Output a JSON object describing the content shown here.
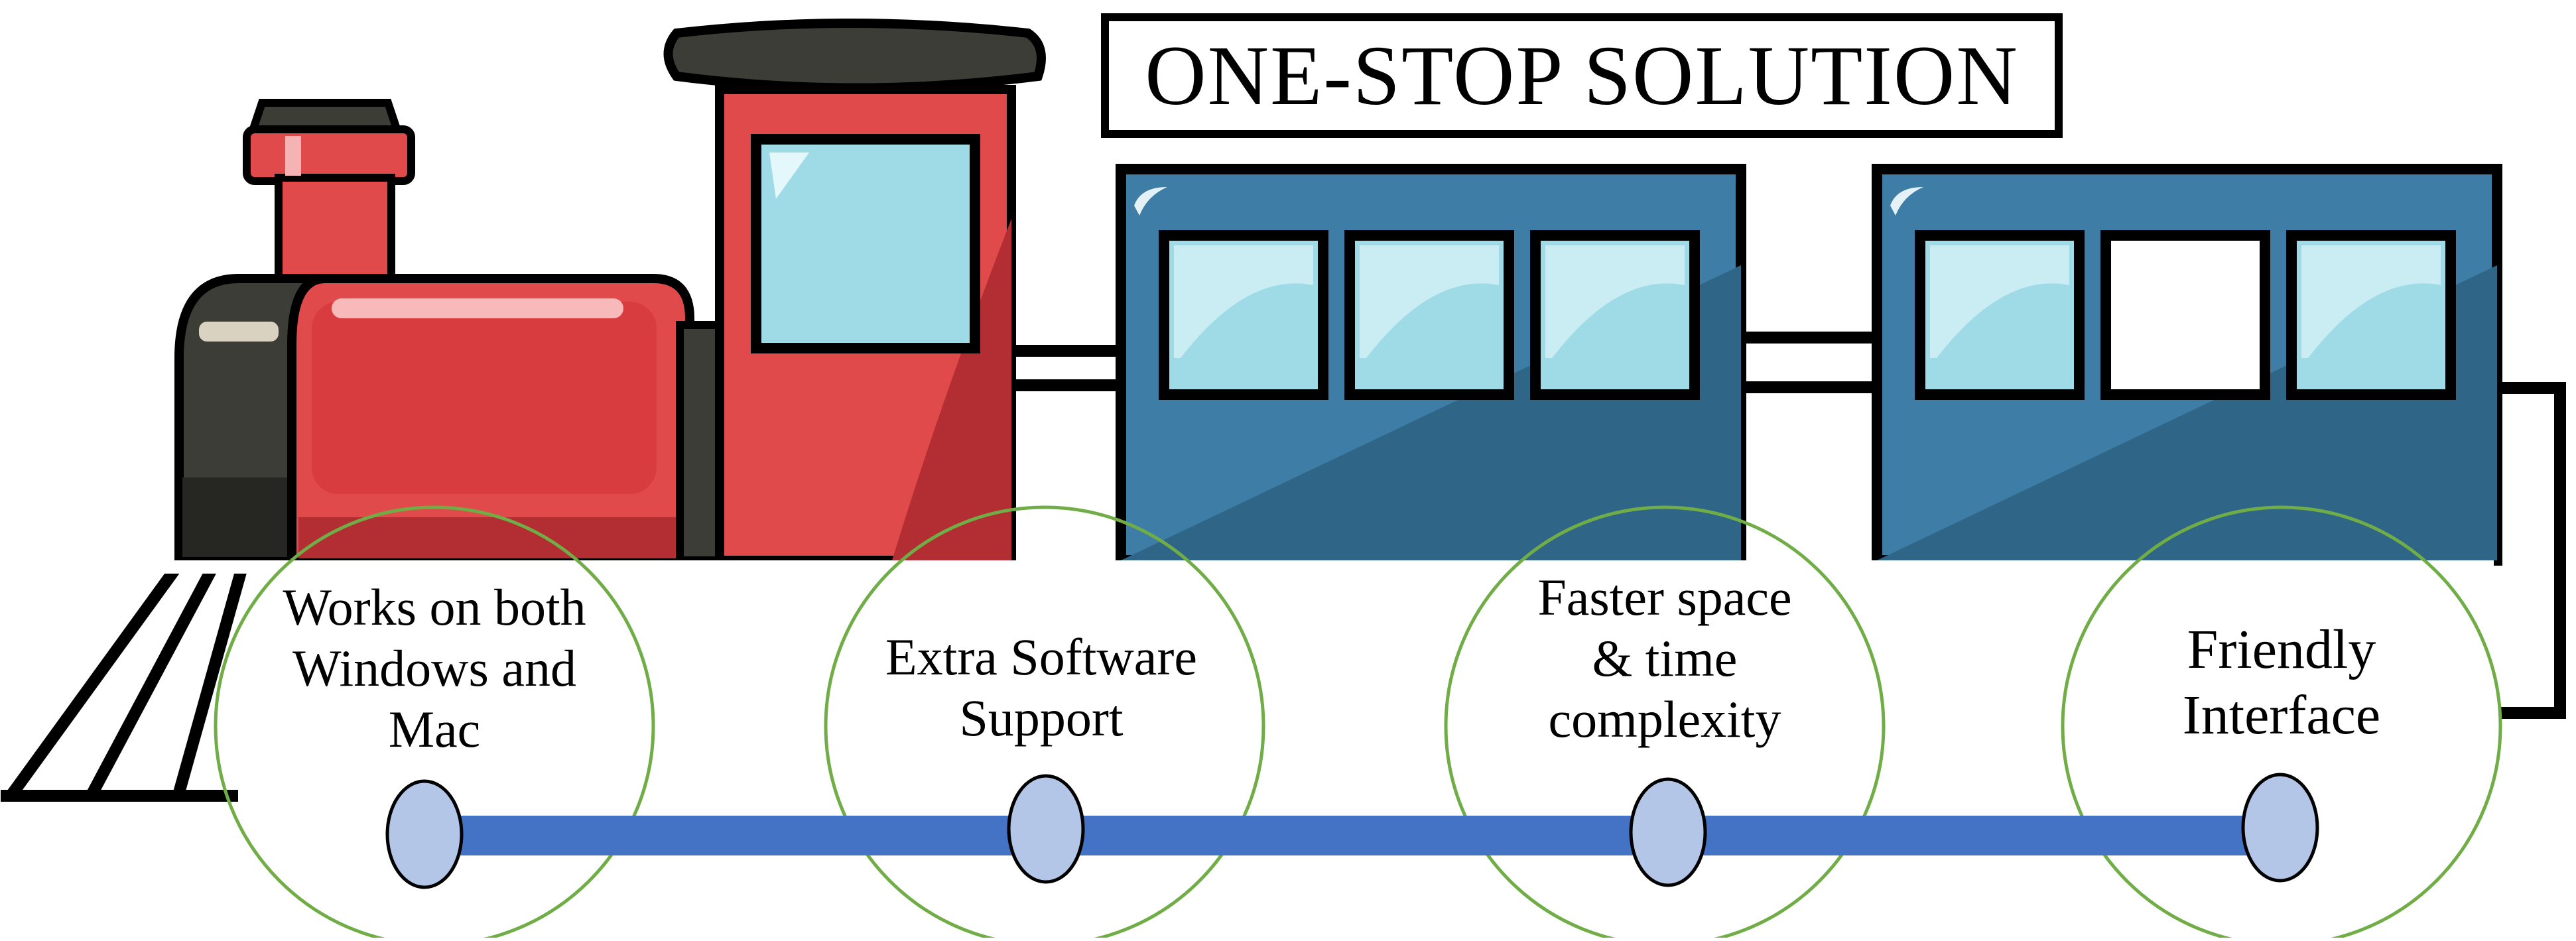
{
  "title": "ONE-STOP SOLUTION",
  "features": [
    {
      "label": "Works on both\nWindows and\nMac"
    },
    {
      "label": "Extra Software\nSupport"
    },
    {
      "label": "Faster space\n& time\ncomplexity"
    },
    {
      "label": "Friendly\nInterface"
    }
  ],
  "colors": {
    "engine_red": "#e04a4a",
    "engine_dark_red": "#b32e33",
    "boiler_black": "#3d3d37",
    "coach_blue": "#3e7ea6",
    "coach_dark_blue": "#2f6587",
    "window_glass": "#9fdbe6",
    "axle_blue": "#4472c4",
    "hub_fill": "#b4c6e7",
    "wheel_outline": "#70ad47"
  }
}
